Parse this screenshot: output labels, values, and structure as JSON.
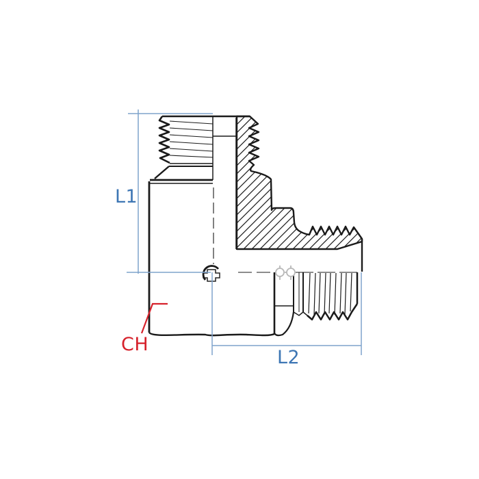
{
  "diagram": {
    "dimension_labels": {
      "l1": "L1",
      "l2": "L2"
    },
    "callout_labels": {
      "ch": "CH"
    },
    "colors": {
      "drawing_line": "#1a1a1a",
      "dimension_line": "#7fa3cc",
      "dimension_text": "#3d76b4",
      "callout": "#d6212b",
      "artifact_gray": "#b8b8b8",
      "background": "#ffffff"
    }
  }
}
